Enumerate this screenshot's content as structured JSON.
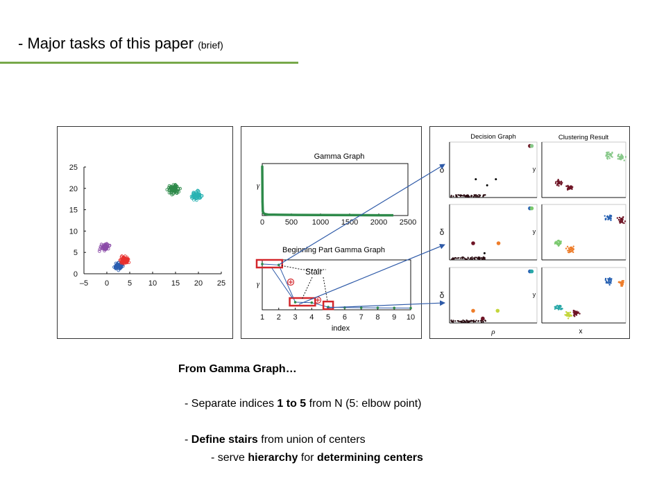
{
  "slide": {
    "title_main": "- Major tasks of this paper",
    "title_brief": "(brief)"
  },
  "colors": {
    "accent": "#77a849",
    "arrow": "#2e5aa8",
    "highlight_box": "#d3262b"
  },
  "bottom": {
    "heading": "From Gamma Graph…",
    "line1": {
      "pre": "- Separate indices ",
      "bold": "1 to 5",
      "post": " from N (5: elbow point)"
    },
    "line2": {
      "pre": "- ",
      "bold": "Define stairs",
      "post": " from union of centers"
    },
    "line3": {
      "pre": "- serve ",
      "bold1": "hierarchy",
      "mid": " for ",
      "bold2": "determining centers"
    }
  },
  "chart_data": [
    {
      "id": "dataset-scatter",
      "type": "scatter",
      "xlim": [
        -5,
        25
      ],
      "ylim": [
        0,
        25
      ],
      "x_ticks": [
        -5,
        0,
        5,
        10,
        15,
        20,
        25
      ],
      "x_tick_labels": [
        "–5",
        "0",
        "5",
        "10",
        "15",
        "20",
        "25"
      ],
      "y_ticks": [
        0,
        5,
        10,
        15,
        20,
        25
      ],
      "clusters": [
        {
          "center": [
            -0.5,
            6.2
          ],
          "spread": [
            0.9,
            0.7
          ],
          "color": "#8b4ba8",
          "points": 50
        },
        {
          "center": [
            2.6,
            1.8
          ],
          "spread": [
            0.9,
            0.8
          ],
          "color": "#2a5db0",
          "points": 60
        },
        {
          "center": [
            3.9,
            3.2
          ],
          "spread": [
            0.8,
            0.8
          ],
          "color": "#e8302e",
          "points": 60
        },
        {
          "center": [
            14.6,
            19.8
          ],
          "spread": [
            1.2,
            1.1
          ],
          "color": "#2e8a4a",
          "points": 70
        },
        {
          "center": [
            19.5,
            18.2
          ],
          "spread": [
            1.1,
            1.0
          ],
          "color": "#29b3b3",
          "points": 60
        }
      ]
    },
    {
      "id": "gamma-graph",
      "type": "line",
      "title": "Gamma Graph",
      "ylabel": "γ",
      "xlim": [
        0,
        2500
      ],
      "x_ticks": [
        0,
        500,
        1000,
        1500,
        2000,
        2500
      ],
      "series": [
        {
          "x": [
            0,
            5,
            10,
            20,
            50,
            100,
            300,
            600,
            1000,
            1500,
            2000,
            2250
          ],
          "y": [
            1.0,
            0.28,
            0.09,
            0.05,
            0.03,
            0.02,
            0.015,
            0.012,
            0.01,
            0.008,
            0.006,
            0.005
          ],
          "color": "#2e8a4a"
        }
      ]
    },
    {
      "id": "gamma-beginning",
      "type": "line",
      "title": "Beginning Part Gamma Graph",
      "xlabel": "index",
      "ylabel": "γ",
      "xlim": [
        1,
        10
      ],
      "x_ticks": [
        1,
        2,
        3,
        4,
        5,
        6,
        7,
        8,
        9,
        10
      ],
      "annotation": "Stair",
      "series": [
        {
          "x": [
            1,
            2,
            3,
            4,
            5,
            6,
            7,
            8,
            9,
            10
          ],
          "y": [
            1.0,
            0.98,
            0.14,
            0.13,
            0.03,
            0.02,
            0.015,
            0.012,
            0.01,
            0.008
          ],
          "color": "#2e8a4a"
        }
      ]
    },
    {
      "id": "decision-graphs",
      "type": "scatter",
      "title": "Decision Graph",
      "xlabel": "ρ",
      "ylabel": "δ",
      "rows": [
        {
          "centers": [
            {
              "rho": 0.92,
              "delta": 0.93,
              "color": "#6e1425"
            },
            {
              "rho": 0.94,
              "delta": 0.93,
              "color": "#88c98a"
            }
          ],
          "others": [
            [
              0.3,
              0.33,
              "#000000"
            ],
            [
              0.43,
              0.22,
              "#000000"
            ],
            [
              0.53,
              0.33,
              "#000000"
            ]
          ]
        },
        {
          "centers": [
            {
              "rho": 0.92,
              "delta": 0.93,
              "color": "#2a63b3"
            },
            {
              "rho": 0.94,
              "delta": 0.93,
              "color": "#7bc96f"
            },
            {
              "rho": 0.27,
              "delta": 0.3,
              "color": "#6e1425"
            },
            {
              "rho": 0.56,
              "delta": 0.3,
              "color": "#ee7d2a"
            }
          ],
          "others": [
            [
              0.4,
              0.12,
              "#000000"
            ]
          ]
        },
        {
          "centers": [
            {
              "rho": 0.92,
              "delta": 0.93,
              "color": "#2a63b3"
            },
            {
              "rho": 0.94,
              "delta": 0.93,
              "color": "#29a8a8"
            },
            {
              "rho": 0.27,
              "delta": 0.22,
              "color": "#ee7d2a"
            },
            {
              "rho": 0.55,
              "delta": 0.22,
              "color": "#c4d63c"
            },
            {
              "rho": 0.38,
              "delta": 0.08,
              "color": "#6e1425"
            }
          ],
          "others": []
        }
      ]
    },
    {
      "id": "clustering-results",
      "type": "scatter",
      "title": "Clustering Result",
      "xlabel": "x",
      "ylabel": "y",
      "rows": [
        {
          "clusters": [
            {
              "center": [
                0.8,
                0.76
              ],
              "color": "#88c98a"
            },
            {
              "center": [
                0.95,
                0.72
              ],
              "color": "#88c98a"
            },
            {
              "center": [
                0.2,
                0.28
              ],
              "color": "#6e1425"
            },
            {
              "center": [
                0.34,
                0.18
              ],
              "color": "#6e1425"
            }
          ]
        },
        {
          "clusters": [
            {
              "center": [
                0.8,
                0.76
              ],
              "color": "#2a63b3"
            },
            {
              "center": [
                0.95,
                0.72
              ],
              "color": "#6e1425"
            },
            {
              "center": [
                0.2,
                0.3
              ],
              "color": "#7bc96f"
            },
            {
              "center": [
                0.34,
                0.18
              ],
              "color": "#ee7d2a"
            }
          ]
        },
        {
          "clusters": [
            {
              "center": [
                0.8,
                0.76
              ],
              "color": "#2a63b3"
            },
            {
              "center": [
                0.95,
                0.72
              ],
              "color": "#ee7d2a"
            },
            {
              "center": [
                0.2,
                0.28
              ],
              "color": "#29a8a8"
            },
            {
              "center": [
                0.32,
                0.14
              ],
              "color": "#c4d63c"
            },
            {
              "center": [
                0.4,
                0.18
              ],
              "color": "#6e1425"
            }
          ]
        }
      ]
    }
  ]
}
